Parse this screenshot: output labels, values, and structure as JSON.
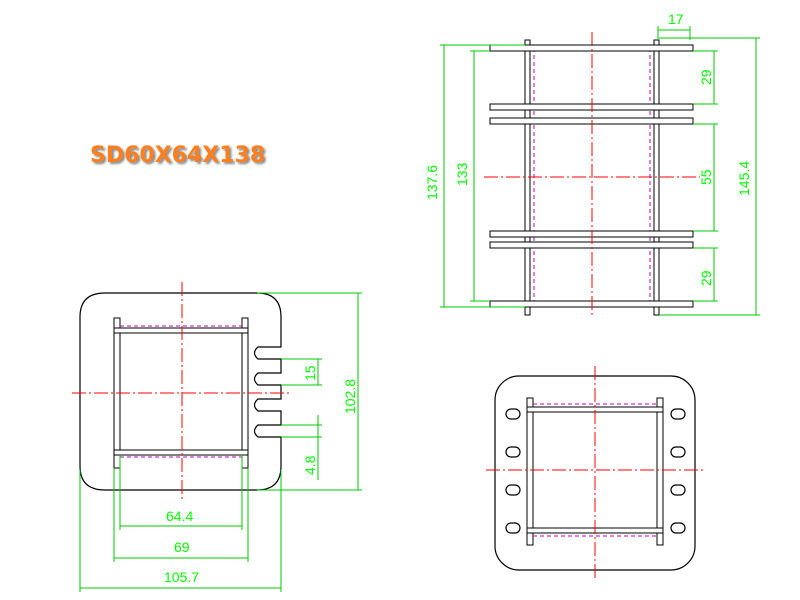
{
  "title": "SD60X64X138",
  "colors": {
    "title": "#ff7f1e",
    "dimension": "#00ff00",
    "centerline": "#ff0000",
    "hidden": "#c000c0",
    "outline": "#000000"
  },
  "top_view": {
    "d_17": "17",
    "d_29_top": "29",
    "d_55": "55",
    "d_29_bottom": "29",
    "d_137_6": "137.6",
    "d_133": "133",
    "d_145_4": "145.4"
  },
  "left_view": {
    "d_15": "15",
    "d_102_8": "102.8",
    "d_4_8": "4.8",
    "d_64_4": "64.4",
    "d_69": "69",
    "d_105_7": "105.7"
  }
}
